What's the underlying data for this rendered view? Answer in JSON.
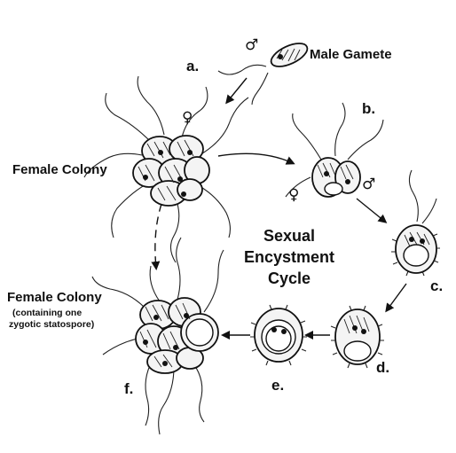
{
  "labels": {
    "male_gamete": "Male Gamete",
    "female_colony": "Female Colony",
    "female_colony_2": "Female Colony",
    "female_colony_2_note_line1": "(containing one",
    "female_colony_2_note_line2": "zygotic statospore)",
    "center_line1": "Sexual",
    "center_line2": "Encystment",
    "center_line3": "Cycle"
  },
  "stage_letters": {
    "a": "a.",
    "b": "b.",
    "c": "c.",
    "d": "d.",
    "e": "e.",
    "f": "f."
  },
  "symbols": {
    "male_top": "♂",
    "female_top": "♀",
    "female_b": "♀",
    "male_b": "♂"
  },
  "colors": {
    "ink": "#111111",
    "background": "#ffffff"
  }
}
